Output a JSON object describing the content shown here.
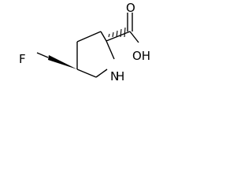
{
  "molecule": {
    "atoms": {
      "fluorine": "F",
      "oxygen_carbonyl": "O",
      "hydroxyl": "OH",
      "nitrogen": "N",
      "nitrogen_hydrogen": "H"
    }
  },
  "colors": {
    "bond": "#000000",
    "background": "#ffffff"
  }
}
